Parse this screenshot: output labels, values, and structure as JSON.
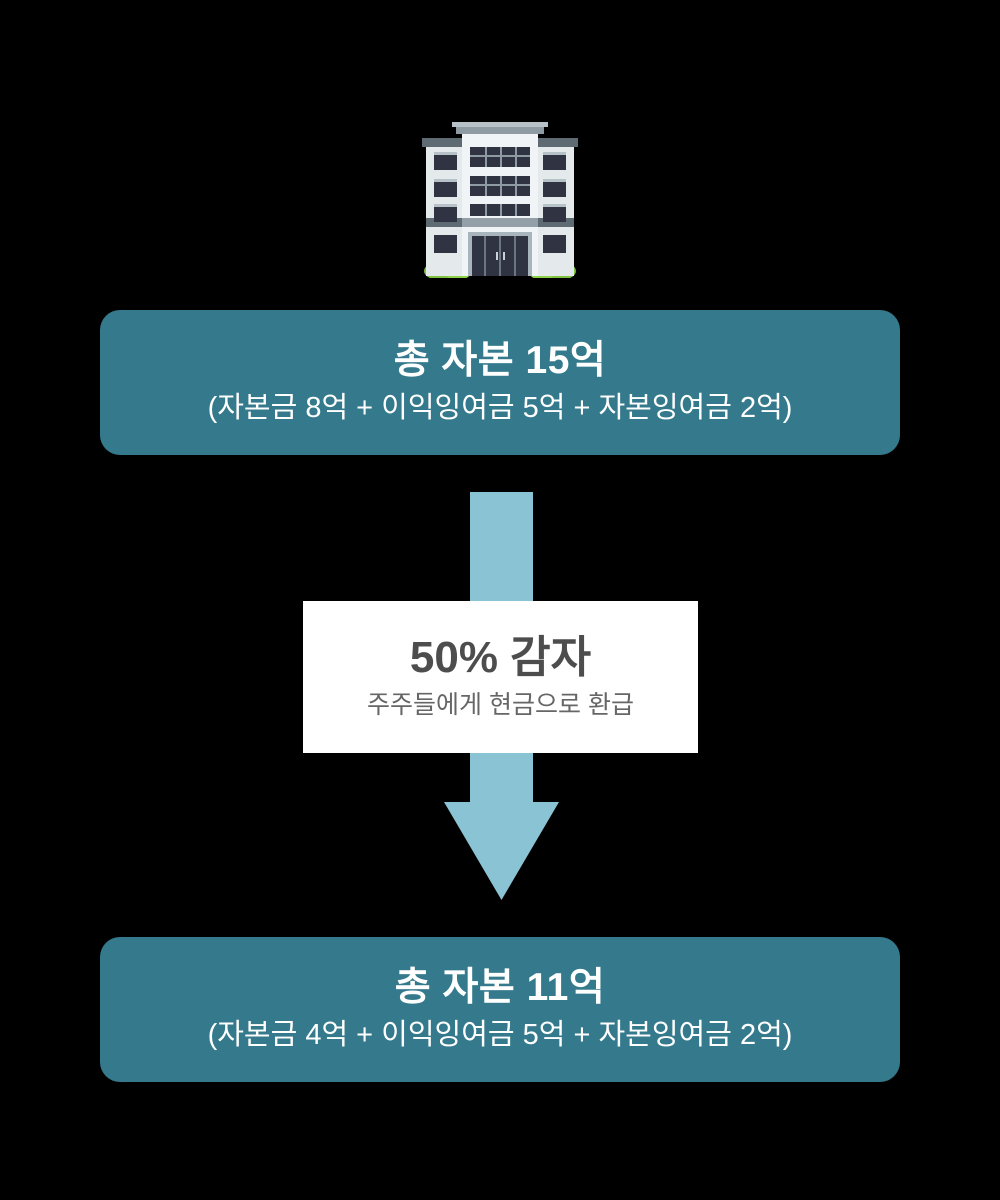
{
  "diagram": {
    "icon": {
      "name": "office-building-icon",
      "glyph": "office-building"
    },
    "before": {
      "title": "총 자본 15억",
      "breakdown": "(자본금 8억 + 이익잉여금 5억 + 자본잉여금 2억)",
      "components": [
        {
          "label": "자본금",
          "amount": "8억"
        },
        {
          "label": "이익잉여금",
          "amount": "5억"
        },
        {
          "label": "자본잉여금",
          "amount": "2억"
        }
      ],
      "total": "15억"
    },
    "transition": {
      "headline": "50% 감자",
      "subtext": "주주들에게 현금으로 환급",
      "percent": "50%",
      "arrow_icon": "down-arrow-icon"
    },
    "after": {
      "title": "총 자본 11억",
      "breakdown": "(자본금 4억 + 이익잉여금 5억 + 자본잉여금 2억)",
      "components": [
        {
          "label": "자본금",
          "amount": "4억"
        },
        {
          "label": "이익잉여금",
          "amount": "5억"
        },
        {
          "label": "자본잉여금",
          "amount": "2억"
        }
      ],
      "total": "11억"
    },
    "colors": {
      "background": "#000000",
      "box": "#347A8C",
      "box_text": "#FFFFFF",
      "arrow": "#8AC4D4",
      "callout_background": "#FFFFFF",
      "callout_headline": "#4D4D4D",
      "callout_subtext": "#666666"
    }
  }
}
